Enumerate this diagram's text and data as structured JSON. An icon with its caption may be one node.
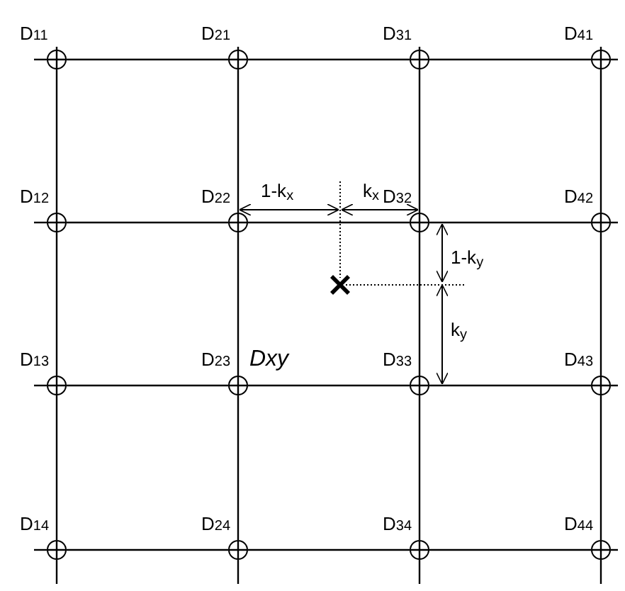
{
  "diagram": {
    "nodes": [
      {
        "text": [],
        "shape": "circle",
        "beside": [
          "D$_{11}$"
        ]
      },
      {
        "text": [],
        "shape": "circle",
        "beside": [
          "D$_{21}$"
        ]
      },
      {
        "text": [],
        "shape": "circle",
        "beside": [
          "D$_{31}$"
        ]
      },
      {
        "text": [],
        "shape": "circle",
        "beside": [
          "D$_{41}$"
        ]
      },
      {
        "text": [],
        "shape": "circle",
        "beside": [
          "D$_{12}$"
        ]
      },
      {
        "text": [],
        "shape": "circle",
        "beside": [
          "D$_{22}$"
        ]
      },
      {
        "text": [],
        "shape": "circle",
        "beside": [
          "D$_{32}$"
        ]
      },
      {
        "text": [],
        "shape": "circle",
        "beside": [
          "D$_{42}$"
        ]
      },
      {
        "text": [],
        "shape": "circle",
        "beside": [
          "D$_{13}$"
        ]
      },
      {
        "text": [],
        "shape": "circle",
        "beside": [
          "D$_{23}$"
        ]
      },
      {
        "text": [],
        "shape": "circle",
        "beside": [
          "D$_{33}$"
        ]
      },
      {
        "text": [],
        "shape": "circle",
        "beside": [
          "D$_{43}$"
        ]
      },
      {
        "text": [],
        "shape": "circle",
        "beside": [
          "D$_{14}$"
        ]
      },
      {
        "text": [],
        "shape": "circle",
        "beside": [
          "D$_{24}$"
        ]
      },
      {
        "text": [],
        "shape": "circle",
        "beside": [
          "D$_{34}$"
        ]
      },
      {
        "text": [],
        "shape": "circle",
        "beside": [
          "D$_{44}$"
        ]
      }
    ],
    "edges": [
      {
        "from": 0,
        "to": 1,
        "arrow": "none"
      },
      {
        "from": 1,
        "to": 2,
        "arrow": "none"
      },
      {
        "from": 2,
        "to": 3,
        "arrow": "none"
      },
      {
        "from": 4,
        "to": 5,
        "arrow": "none"
      },
      {
        "from": 5,
        "to": 6,
        "arrow": "none"
      },
      {
        "from": 6,
        "to": 7,
        "arrow": "none"
      },
      {
        "from": 8,
        "to": 9,
        "arrow": "none"
      },
      {
        "from": 9,
        "to": 10,
        "arrow": "none"
      },
      {
        "from": 10,
        "to": 11,
        "arrow": "none"
      },
      {
        "from": 12,
        "to": 13,
        "arrow": "none"
      },
      {
        "from": 13,
        "to": 14,
        "arrow": "none"
      },
      {
        "from": 14,
        "to": 15,
        "arrow": "none"
      },
      {
        "from": 0,
        "to": 4,
        "arrow": "none"
      },
      {
        "from": 4,
        "to": 8,
        "arrow": "none"
      },
      {
        "from": 8,
        "to": 12,
        "arrow": "none"
      },
      {
        "from": 1,
        "to": 5,
        "arrow": "none"
      },
      {
        "from": 5,
        "to": 9,
        "arrow": "none"
      },
      {
        "from": 9,
        "to": 13,
        "arrow": "none"
      },
      {
        "from": 2,
        "to": 6,
        "arrow": "none"
      },
      {
        "from": 6,
        "to": 10,
        "arrow": "none"
      },
      {
        "from": 10,
        "to": 14,
        "arrow": "none"
      },
      {
        "from": 3,
        "to": 7,
        "arrow": "none"
      },
      {
        "from": 7,
        "to": 11,
        "arrow": "none"
      },
      {
        "from": 11,
        "to": 15,
        "arrow": "none"
      }
    ],
    "labels": [
      "1-k$_{x}$",
      "k$_{x}$",
      "1-k$_{y}$",
      "k$_{y}$",
      "Dxy"
    ]
  }
}
